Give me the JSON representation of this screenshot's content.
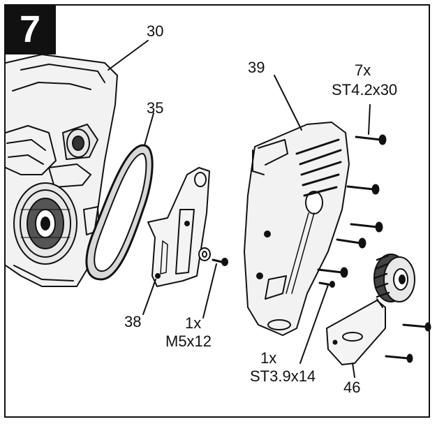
{
  "step_number": "7",
  "labels": {
    "p30": "30",
    "p35": "35",
    "p38": "38",
    "p39": "39",
    "p46": "46",
    "screw_m5_qty": "1x",
    "screw_m5_spec": "M5x12",
    "screw_st39_qty": "1x",
    "screw_st39_spec": "ST3.9x14",
    "screw_st42_qty": "7x",
    "screw_st42_spec": "ST4.2x30"
  }
}
